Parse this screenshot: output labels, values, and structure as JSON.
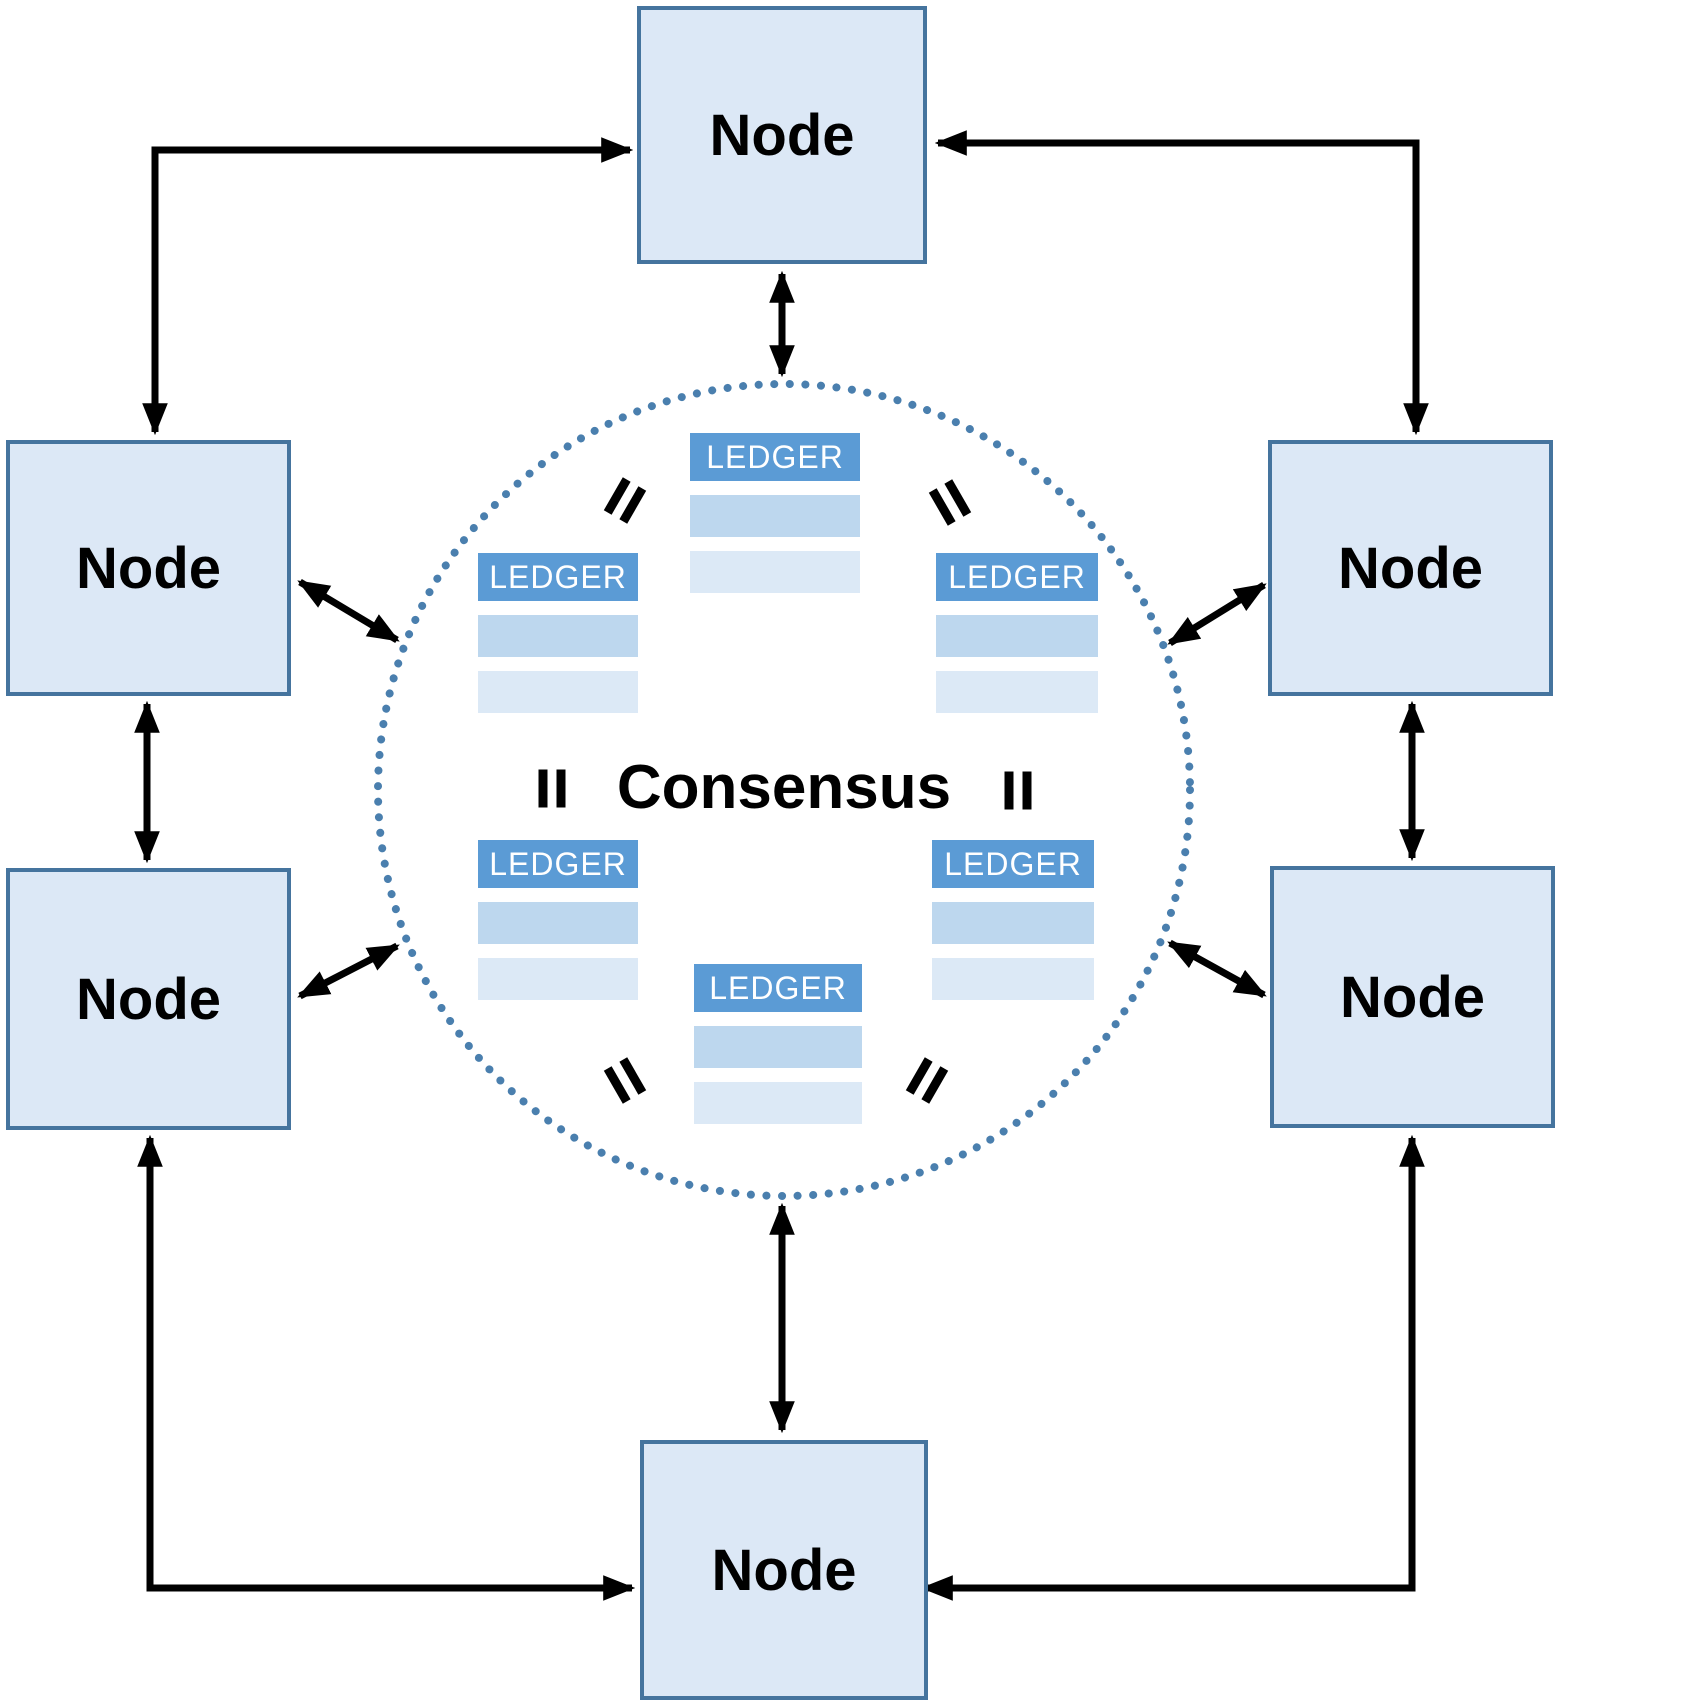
{
  "nodes": [
    {
      "id": "node-top",
      "label": "Node"
    },
    {
      "id": "node-upper-left",
      "label": "Node"
    },
    {
      "id": "node-upper-right",
      "label": "Node"
    },
    {
      "id": "node-lower-left",
      "label": "Node"
    },
    {
      "id": "node-lower-right",
      "label": "Node"
    },
    {
      "id": "node-bottom",
      "label": "Node"
    }
  ],
  "consensus": {
    "label": "Consensus"
  },
  "ledgers": [
    {
      "id": "ledger-top",
      "label": "LEDGER"
    },
    {
      "id": "ledger-upper-left",
      "label": "LEDGER"
    },
    {
      "id": "ledger-upper-right",
      "label": "LEDGER"
    },
    {
      "id": "ledger-lower-left",
      "label": "LEDGER"
    },
    {
      "id": "ledger-lower-right",
      "label": "LEDGER"
    },
    {
      "id": "ledger-bottom",
      "label": "LEDGER"
    }
  ],
  "colors": {
    "background": "#ffffff",
    "node_fill": "#dce8f6",
    "node_border": "#45749e",
    "ledger_header": "#5b9bd5",
    "ledger_header_text": "#ffffff",
    "ledger_row_primary": "#bdd7ee",
    "ledger_row_secondary": "#dce9f6",
    "consensus_circle": "#4a7fae",
    "arrow": "#000000"
  }
}
